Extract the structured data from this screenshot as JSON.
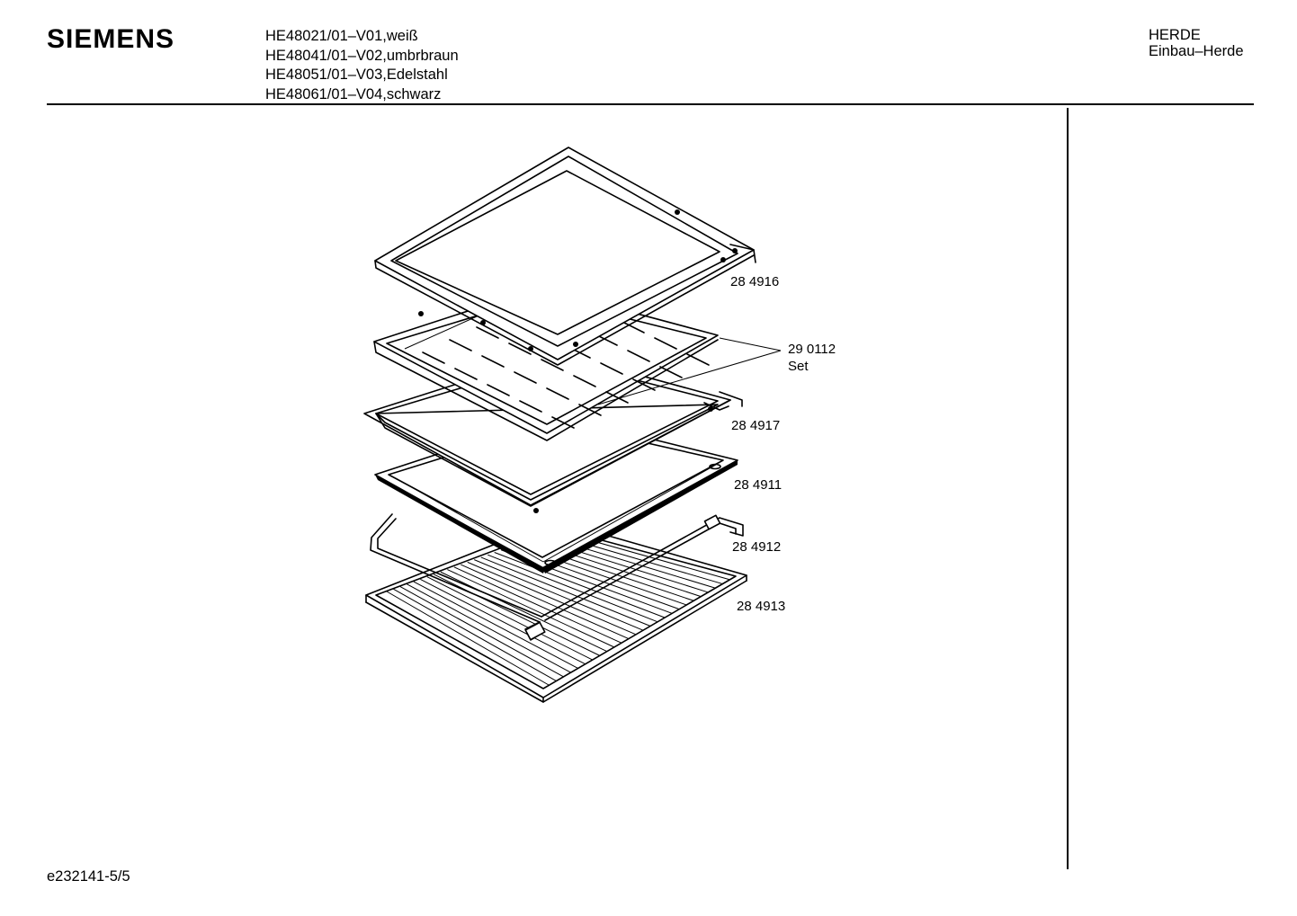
{
  "header": {
    "brand": "SIEMENS",
    "models": [
      "HE48021/01–V01,weiß",
      "HE48041/01–V02,umbrbraun",
      "HE48051/01–V03,Edelstahl",
      "HE48061/01–V04,schwarz"
    ],
    "category": "HERDE",
    "subcategory": "Einbau–Herde"
  },
  "parts": [
    {
      "number": "28 4916",
      "set_label": ""
    },
    {
      "number": "29 0112",
      "set_label": "Set"
    },
    {
      "number": "28 4917",
      "set_label": ""
    },
    {
      "number": "28 4911",
      "set_label": ""
    },
    {
      "number": "28 4912",
      "set_label": ""
    },
    {
      "number": "28 4913",
      "set_label": ""
    }
  ],
  "footer": {
    "doc_id": "e232141-5/5"
  }
}
